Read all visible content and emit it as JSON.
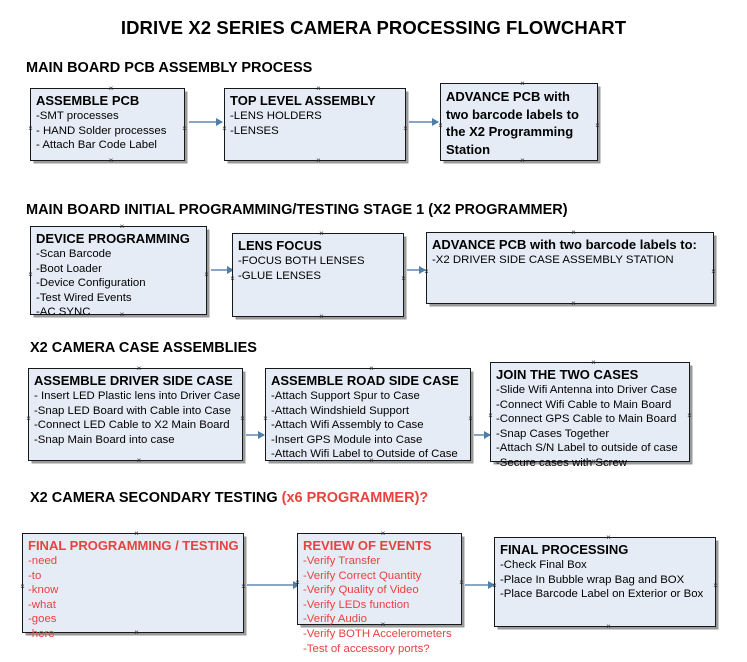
{
  "document": {
    "title": "IDRIVE X2  SERIES CAMERA PROCESSING FLOWCHART",
    "accent_color": "#e8423f",
    "node_fill": "#e6ecf6",
    "node_border": "#16191c",
    "connector_color": "#8ba6c4"
  },
  "sections": [
    {
      "id": "pcb-assembly",
      "heading": "MAIN BOARD PCB ASSEMBLY PROCESS",
      "heading_accent": ""
    },
    {
      "id": "initial-programming",
      "heading": "MAIN BOARD INITIAL PROGRAMMING/TESTING STAGE 1 (X2 PROGRAMMER)",
      "heading_accent": ""
    },
    {
      "id": "case-assemblies",
      "heading": "X2 CAMERA CASE ASSEMBLIES",
      "heading_accent": ""
    },
    {
      "id": "secondary-testing",
      "heading": "X2 CAMERA SECONDARY TESTING ",
      "heading_accent": "(x6 PROGRAMMER)?"
    }
  ],
  "nodes": {
    "assemble_pcb": {
      "title": "ASSEMBLE PCB",
      "lines": [
        "-SMT processes",
        "- HAND Solder processes",
        "- Attach Bar Code Label"
      ]
    },
    "top_level_assembly": {
      "title": "TOP LEVEL ASSEMBLY",
      "lines": [
        "-LENS HOLDERS",
        "-LENSES"
      ]
    },
    "advance_pcb_station": {
      "title": "ADVANCE PCB with two barcode labels to the  X2 Programming Station",
      "lines": []
    },
    "device_programming": {
      "title": "DEVICE PROGRAMMING",
      "lines": [
        "-Scan Barcode",
        "-Boot Loader",
        "-Device Configuration",
        "-Test Wired Events",
        "-AC SYNC"
      ]
    },
    "lens_focus": {
      "title": "LENS FOCUS",
      "lines": [
        "-FOCUS BOTH LENSES",
        "-GLUE LENSES"
      ]
    },
    "advance_pcb_driver_case": {
      "title": "ADVANCE PCB with two barcode labels to:",
      "lines": [
        "-X2 DRIVER  SIDE  CASE  ASSEMBLY STATION"
      ]
    },
    "assemble_driver_side_case": {
      "title": "ASSEMBLE DRIVER SIDE CASE",
      "lines": [
        "- Insert LED Plastic lens into Driver Case",
        "-Snap LED Board with Cable into Case",
        "-Connect LED Cable to X2 Main Board",
        "-Snap Main Board into case"
      ]
    },
    "assemble_road_side_case": {
      "title": "ASSEMBLE ROAD SIDE CASE",
      "lines": [
        "-Attach Support Spur to Case",
        "-Attach Windshield Support",
        "-Attach Wifi Assembly to Case",
        "-Insert GPS Module into Case",
        "-Attach Wifi Label to Outside of Case"
      ]
    },
    "join_the_two_cases": {
      "title": "JOIN THE TWO CASES",
      "lines": [
        "-Slide Wifi Antenna into Driver Case",
        "-Connect Wifi Cable to Main Board",
        "-Connect GPS Cable to Main Board",
        "-Snap Cases Together",
        "-Attach S/N Label to outside of case",
        "-Secure cases with Screw"
      ]
    },
    "final_programming_testing": {
      "title": "FINAL PROGRAMMING / TESTING",
      "lines": [
        "-need",
        "-to",
        "-know",
        "-what",
        "-goes",
        "-here"
      ]
    },
    "review_of_events": {
      "title": "REVIEW OF EVENTS",
      "lines": [
        "-Verify Transfer",
        "-Verify Correct Quantity",
        "-Verify Quality of Video",
        "-Verify LEDs function",
        "-Verify Audio",
        "-Verify BOTH Accelerometers",
        "-Test of accessory ports?"
      ]
    },
    "final_processing": {
      "title": "FINAL PROCESSING",
      "lines": [
        "-Check Final Box",
        "-Place In Bubble wrap Bag and BOX",
        "-Place Barcode Label on Exterior or Box"
      ]
    }
  }
}
